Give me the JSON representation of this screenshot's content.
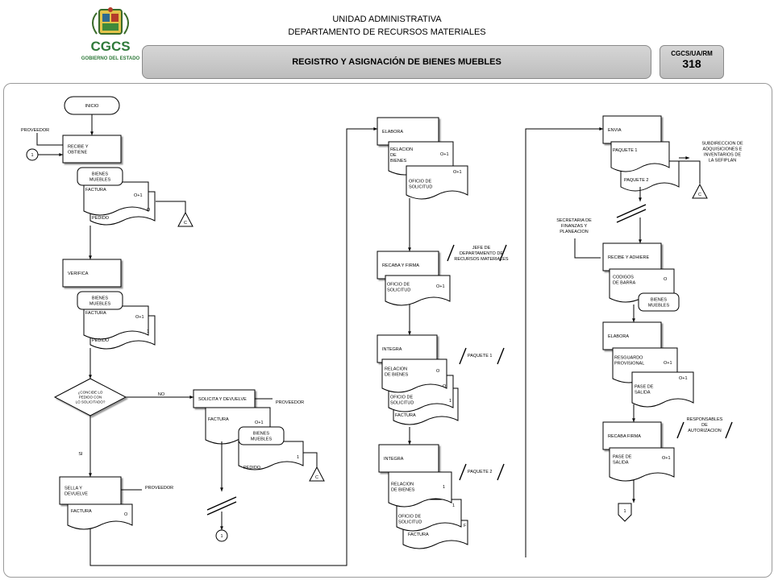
{
  "header": {
    "unit": "UNIDAD ADMINISTRATIVA",
    "department": "DEPARTAMENTO DE RECURSOS MATERIALES",
    "title": "REGISTRO Y ASIGNACIÓN DE BIENES MUEBLES",
    "code_label": "CGCS/UA/RM",
    "code_number": "318",
    "logo_text": "CGCS",
    "logo_subtext": "GOBIERNO DEL ESTADO"
  },
  "colors": {
    "title_bg": "#c8c8c8",
    "line": "#000000",
    "frame": "#9a9a9a"
  },
  "col1": {
    "start": "INICIO",
    "proveedor1": "PROVEEDOR",
    "conn_in": "1",
    "step1": [
      "RECIBE Y",
      "OBTIENE"
    ],
    "doc1_bienes": [
      "BIENES",
      "MUEBLES"
    ],
    "doc1_factura": "FACTURA",
    "doc1_factura_copy": "O+1",
    "doc1_pedido_copy": "O",
    "doc1_pedido": "PEDIDO",
    "file1": "C",
    "step2": "VERIFICA",
    "doc2_bienes": [
      "BIENES",
      "MUEBLES"
    ],
    "doc2_factura": "FACTURA",
    "doc2_factura_copy": "O+1",
    "doc2_pedido_copy": "1",
    "doc2_pedido": "PEDIDO",
    "decision": [
      "¿CONCIDE LO",
      "PEDIDO CON",
      "LO SOLICITADO?"
    ],
    "no": "NO",
    "si": "SI",
    "step3": [
      "SELLA Y",
      "DEVUELVE"
    ],
    "proveedor2": "PROVEEDOR",
    "doc3_factura": "FACTURA",
    "doc3_copy": "O"
  },
  "col1b": {
    "step": "SOLICITA Y DEVUELVE",
    "proveedor": "PROVEEDOR",
    "factura": "FACTURA",
    "factura_copy": "O+1",
    "bienes": [
      "BIENES",
      "MUEBLES"
    ],
    "pedido": "PEDIDO",
    "pedido_copy": "1",
    "file": "C",
    "conn_out": "1"
  },
  "col2": {
    "step1": "ELABORA",
    "doc1a": [
      "RELACION",
      "DE",
      "BIENES"
    ],
    "doc1a_copy": "O+1",
    "doc1b": [
      "OFICIO DE",
      "SOLICITUD"
    ],
    "doc1b_copy": "O+1",
    "step2": "RECABA Y FIRMA",
    "actor2": [
      "JEFE DE",
      "DEPARTAMENTO DE",
      "RECURSOS MATERIALES"
    ],
    "doc2": [
      "OFICIO DE",
      "SOLICITUD"
    ],
    "doc2_copy": "O+1",
    "step3": "INTEGRA",
    "paquete1": "PAQUETE 1",
    "doc3a": [
      "RELACION",
      "DE BIENES"
    ],
    "doc3a_copy": "O",
    "doc3b": [
      "OFICIO DE",
      "SOLICITUD"
    ],
    "doc3b_copy": "O",
    "doc3c": "FACTURA",
    "doc3c_copy": "1",
    "step4": "INTEGRA",
    "paquete2": "PAQUETE 2",
    "doc4a": [
      "RELACION",
      "DE BIENES"
    ],
    "doc4a_copy": "1",
    "doc4b": [
      "OFICIO DE",
      "SOLICITUD"
    ],
    "doc4b_copy": "1",
    "doc4c": "FACTURA",
    "doc4c_copy": "F"
  },
  "col3": {
    "step1": "ENVIA",
    "doc1a": "PAQUETE 1",
    "doc1b": "PAQUETE 2",
    "actor1": [
      "SUBDIRECCION DE",
      "ADQUISICIONES E",
      "INVENTARIOS DE",
      "LA SEFIPLAN"
    ],
    "file1": "C",
    "actor2": [
      "SECRETARIA DE",
      "FINANZAS Y",
      "PLANEACION"
    ],
    "step2": "RECIBE Y ADHIERE",
    "doc2": [
      "CODIGOS",
      "DE BARRA"
    ],
    "doc2_copy": "O",
    "doc2_bienes": [
      "BIENES",
      "MUEBLES"
    ],
    "step3": "ELABORA",
    "doc3a": [
      "RESGUARDO",
      "PROVISIONAL"
    ],
    "doc3a_copy": "O+1",
    "doc3b": [
      "PASE DE",
      "SALIDA"
    ],
    "doc3b_copy": "O+1",
    "step4": "RECABA FIRMA",
    "actor4": [
      "RESPONSABLES",
      "DE",
      "AUTORIZACION"
    ],
    "doc4": [
      "PASE DE",
      "SALIDA"
    ],
    "doc4_copy": "O+1",
    "end": "1"
  }
}
